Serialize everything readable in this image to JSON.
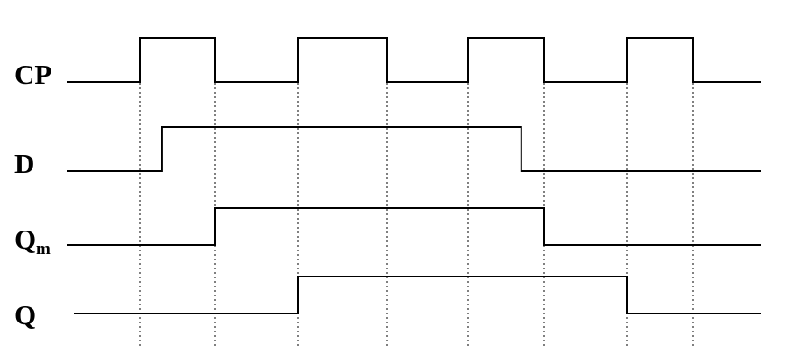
{
  "diagram": {
    "type": "timing",
    "colors": {
      "line": "#000000",
      "background": "#ffffff"
    },
    "signals": [
      {
        "id": "cp",
        "label": "CP",
        "subscript": "",
        "initial": 0,
        "transitions": [
          1,
          2,
          3,
          4,
          5,
          6,
          7,
          8
        ],
        "end": 10
      },
      {
        "id": "d",
        "label": "D",
        "subscript": "",
        "initial": 0,
        "transitions": [
          1.3,
          5.7
        ],
        "end": 10
      },
      {
        "id": "qm",
        "label": "Q",
        "subscript": "m",
        "initial": 0,
        "transitions": [
          2,
          6
        ],
        "end": 10
      },
      {
        "id": "q",
        "label": "Q",
        "subscript": "",
        "initial": 0,
        "transitions": [
          3,
          7
        ],
        "end": 10
      }
    ],
    "clock_edges": [
      1,
      2,
      3,
      4,
      5,
      6,
      7,
      8
    ]
  }
}
